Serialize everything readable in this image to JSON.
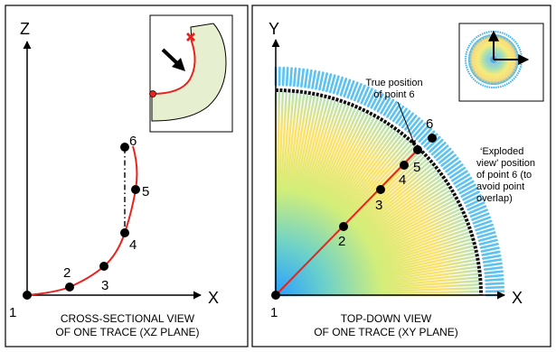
{
  "left_panel": {
    "axis_z": "Z",
    "axis_x": "X",
    "points": [
      "1",
      "2",
      "3",
      "4",
      "5",
      "6"
    ],
    "caption_line1": "CROSS-SECTIONAL VIEW",
    "caption_line2": "OF ONE TRACE (XZ PLANE)"
  },
  "right_panel": {
    "axis_y": "Y",
    "axis_x": "X",
    "points": [
      "1",
      "2",
      "3",
      "4",
      "5",
      "6"
    ],
    "annotation_true": [
      "True position",
      "of point 6"
    ],
    "annotation_exploded": [
      "‘Exploded",
      "view’ position",
      "of point 6 (to",
      "avoid point",
      "overlap)"
    ],
    "caption_line1": "TOP-DOWN VIEW",
    "caption_line2": "OF ONE TRACE (XY PLANE)"
  },
  "colors": {
    "trace": "#e8231e",
    "point": "#000000",
    "inset_fill": "#e6efcf",
    "marker": "#e8231e"
  }
}
